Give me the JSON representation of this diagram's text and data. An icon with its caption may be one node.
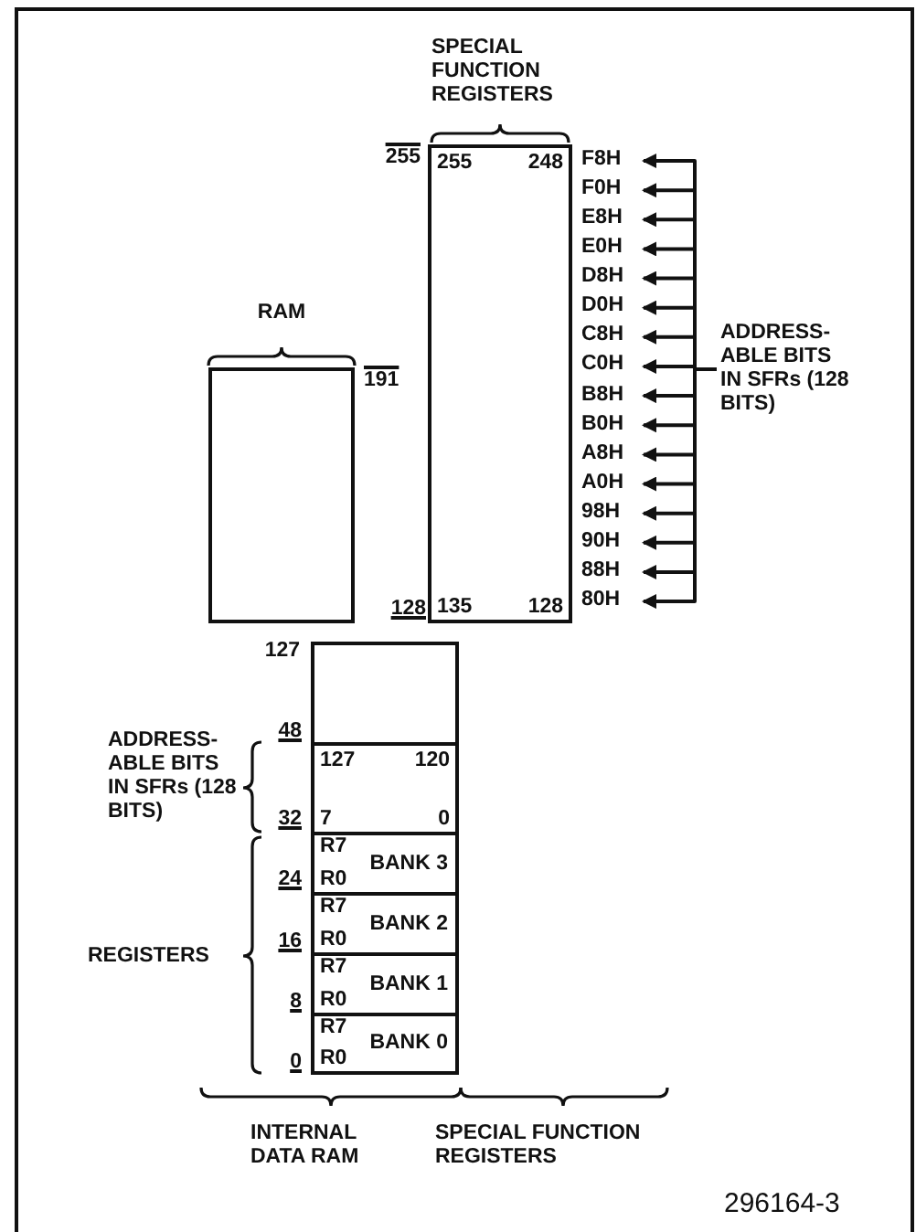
{
  "diagram": {
    "nodes": [
      {
        "text": [
          "RAM"
        ]
      },
      {
        "text": [
          "SPECIAL FUNCTION REGISTERS",
          "255",
          "248",
          "135",
          "128"
        ]
      },
      {
        "text": [],
        "shape": "box"
      },
      {
        "text": [
          "127",
          "120",
          "7",
          "0"
        ]
      },
      {
        "text": [
          "R7",
          "BANK 3",
          "R0"
        ]
      },
      {
        "text": [
          "R7",
          "BANK 2",
          "R0"
        ]
      },
      {
        "text": [
          "R7",
          "BANK 1",
          "R0"
        ]
      },
      {
        "text": [
          "R7",
          "BANK 0",
          "R0"
        ]
      },
      {
        "text": [
          "ADDRESS- ABLE BITS IN SFRs (128 BITS)"
        ]
      },
      {
        "text": [
          "F8H"
        ]
      },
      {
        "text": [
          "F0H"
        ]
      },
      {
        "text": [
          "E8H"
        ]
      },
      {
        "text": [
          "E0H"
        ]
      },
      {
        "text": [
          "D8H"
        ]
      },
      {
        "text": [
          "D0H"
        ]
      },
      {
        "text": [
          "C8H"
        ]
      },
      {
        "text": [
          "C0H"
        ]
      },
      {
        "text": [
          "B8H"
        ]
      },
      {
        "text": [
          "B0H"
        ]
      },
      {
        "text": [
          "A8H"
        ]
      },
      {
        "text": [
          "A0H"
        ]
      },
      {
        "text": [
          "98H"
        ]
      },
      {
        "text": [
          "90H"
        ]
      },
      {
        "text": [
          "88H"
        ]
      },
      {
        "text": [
          "80H"
        ]
      }
    ],
    "edges": [
      {
        "from": 8,
        "to": 9,
        "arrow": "to"
      },
      {
        "from": 8,
        "to": 10,
        "arrow": "to"
      },
      {
        "from": 8,
        "to": 11,
        "arrow": "to"
      },
      {
        "from": 8,
        "to": 12,
        "arrow": "to"
      },
      {
        "from": 8,
        "to": 13,
        "arrow": "to"
      },
      {
        "from": 8,
        "to": 14,
        "arrow": "to"
      },
      {
        "from": 8,
        "to": 15,
        "arrow": "to"
      },
      {
        "from": 8,
        "to": 16,
        "arrow": "to"
      },
      {
        "from": 8,
        "to": 17,
        "arrow": "to"
      },
      {
        "from": 8,
        "to": 18,
        "arrow": "to"
      },
      {
        "from": 8,
        "to": 19,
        "arrow": "to"
      },
      {
        "from": 8,
        "to": 20,
        "arrow": "to"
      },
      {
        "from": 8,
        "to": 21,
        "arrow": "to"
      },
      {
        "from": 8,
        "to": 22,
        "arrow": "to"
      },
      {
        "from": 8,
        "to": 23,
        "arrow": "to"
      },
      {
        "from": 8,
        "to": 24,
        "arrow": "to"
      }
    ],
    "labels": [
      "255",
      "191",
      "128",
      "127",
      "48",
      "32",
      "24",
      "16",
      "8",
      "0",
      "ADDRESS- ABLE BITS IN SFRs (128 BITS)",
      "REGISTERS",
      "INTERNAL DATA RAM",
      "SPECIAL FUNCTION REGISTERS",
      "296164-3"
    ]
  }
}
